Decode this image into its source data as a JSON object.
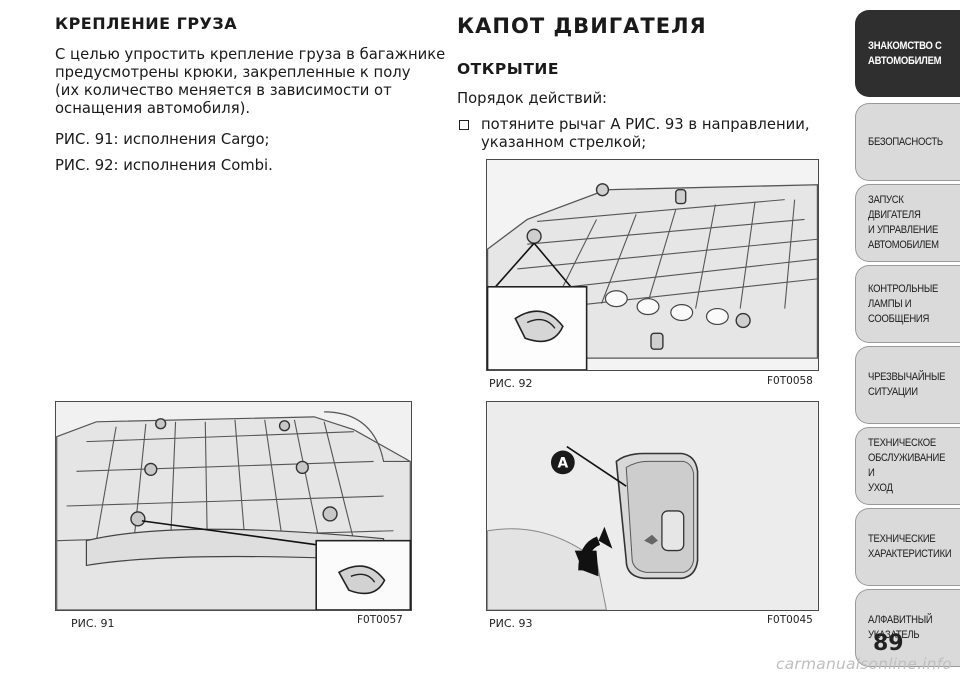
{
  "left": {
    "heading": "КРЕПЛЕНИЕ ГРУЗА",
    "intro_lines": [
      "С целью упростить крепление груза в багажнике",
      "предусмотрены крюки, закрепленные к полу",
      "(их количество меняется в зависимости от",
      "оснащения автомобиля)."
    ],
    "fig91_ref": "РИС. 91: исполнения Cargo;",
    "fig92_ref": "РИС. 92: исполнения Combi."
  },
  "right": {
    "heading": "КАПОТ ДВИГАТЕЛЯ",
    "subheading": "ОТКРЫТИЕ",
    "steps_intro": "Порядок действий:",
    "bullet_lines": [
      "потяните рычаг A РИС. 93 в направлении,",
      "указанном стрелкой;"
    ]
  },
  "figures": {
    "fig91": {
      "label": "РИС. 91",
      "code": "F0T0057"
    },
    "fig92": {
      "label": "РИС. 92",
      "code": "F0T0058"
    },
    "fig93": {
      "label": "РИС. 93",
      "code": "F0T0045",
      "callout": "A"
    }
  },
  "sidebar": {
    "tabs": [
      {
        "label": "ЗНАКОМСТВО С\nАВТОМОБИЛЕМ",
        "active": true
      },
      {
        "label": "БЕЗОПАСНОСТЬ",
        "active": false
      },
      {
        "label": "ЗАПУСК ДВИГАТЕЛЯ\nИ УПРАВЛЕНИЕ\nАВТОМОБИЛЕМ",
        "active": false
      },
      {
        "label": "КОНТРОЛЬНЫЕ\nЛАМПЫ И\nСООБЩЕНИЯ",
        "active": false
      },
      {
        "label": "ЧРЕЗВЫЧАЙНЫЕ\nСИТУАЦИИ",
        "active": false
      },
      {
        "label": "ТЕХНИЧЕСКОЕ\nОБСЛУЖИВАНИЕ И\nУХОД",
        "active": false
      },
      {
        "label": "ТЕХНИЧЕСКИЕ\nХАРАКТЕРИСТИКИ",
        "active": false
      },
      {
        "label": "АЛФАВИТНЫЙ\nУКАЗАТЕЛЬ",
        "active": false
      }
    ]
  },
  "page_number": "89",
  "watermark": "carmanualsonline.info"
}
